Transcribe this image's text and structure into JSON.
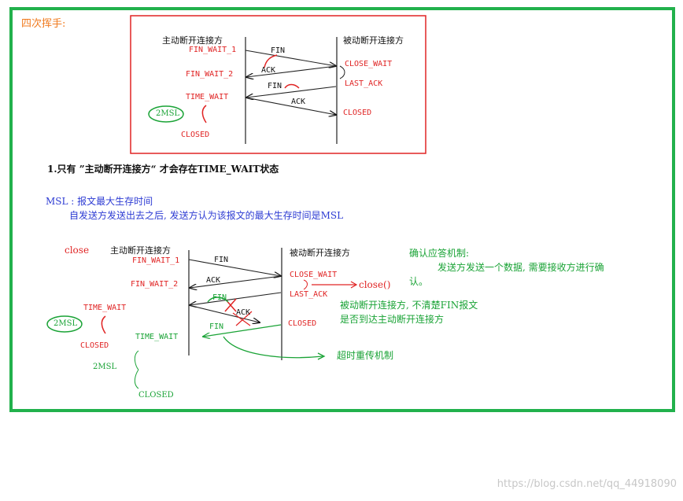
{
  "title": "四次挥手:",
  "top_diagram": {
    "active_header": "主动断开连接方",
    "passive_header": "被动断开连接方",
    "active_states": [
      "FIN_WAIT_1",
      "FIN_WAIT_2",
      "TIME_WAIT",
      "CLOSED"
    ],
    "passive_states": [
      "CLOSE_WAIT",
      "LAST_ACK",
      "CLOSED"
    ],
    "messages": [
      "FIN",
      "ACK",
      "FIN",
      "ACK"
    ],
    "timer": "2MSL"
  },
  "note1": "1.只有  ”主动断开连接方“  才会存在TIME_WAIT状态",
  "msl": {
    "label": "MSL :  报文最大生存时间",
    "desc": "自发送方发送出去之后, 发送方认为该报文的最大生存时间是MSL"
  },
  "bottom_diagram": {
    "close_label": "close",
    "active_header": "主动断开连接方",
    "passive_header": "被动断开连接方",
    "active_states": [
      "FIN_WAIT_1",
      "FIN_WAIT_2",
      "TIME_WAIT",
      "CLOSED"
    ],
    "passive_states": [
      "CLOSE_WAIT",
      "LAST_ACK",
      "CLOSED"
    ],
    "messages": [
      "FIN",
      "ACK",
      "FIN",
      "ACK",
      "FIN"
    ],
    "close_call": "close()",
    "timer_red": "2MSL",
    "retrans_time_wait": "TIME_WAIT",
    "retrans_timer": "2MSL",
    "retrans_closed": "CLOSED",
    "ack_mechanism_title": "确认应答机制:",
    "ack_mechanism_line1": "发送方发送一个数据, 需要接收方进行确",
    "ack_mechanism_line2": "认。",
    "passive_note_line1": "被动断开连接方, 不清楚FIN报文",
    "passive_note_line2": "是否到达主动断开连接方",
    "timeout_label": "超时重传机制"
  },
  "watermark": "https://blog.csdn.net/qq_44918090",
  "colors": {
    "frame": "#22b14c",
    "red": "#e02424",
    "green": "#1aa336",
    "blue": "#2d3bd3",
    "orange": "#f07a1e"
  }
}
